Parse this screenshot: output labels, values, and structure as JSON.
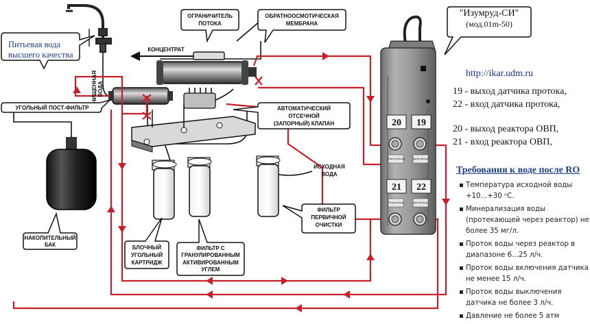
{
  "brand": {
    "name": "\"Изумруд-СИ\"",
    "model": "(мод.01m-50)"
  },
  "url": "http://ikar.udm.ru",
  "drinking_water": {
    "line1": "Питьевая вода",
    "line2": "высшего качества"
  },
  "labels": {
    "flow_limiter": {
      "line1": "ОГРАНИЧИТЕЛЬ",
      "line2": "ПОТОКА"
    },
    "ro_membrane": {
      "line1": "ОБРАТНООСМОТИЧЕСКАЯ",
      "line2": "МЕМБРАНА"
    },
    "concentrate": "КОНЦЕНТРАТ",
    "purified_water": {
      "line1": "ОЧИЩЕННАЯ",
      "line2": "ВОДА"
    },
    "carbon_post_filter": "УГОЛЬНЫЙ ПОСТ-ФИЛЬТР",
    "shutoff_valve": {
      "line1": "АВТОМАТИЧЕСКИЙ",
      "line2": "ОТСЕЧНОЙ",
      "line3": "(ЗАПОРНЫЙ) КЛАПАН"
    },
    "source_water": {
      "line1": "ИСХОДНАЯ",
      "line2": "ВОДА"
    },
    "prefilter": {
      "line1": "ФИЛЬТР",
      "line2": "ПЕРВИЧНОЙ",
      "line3": "ОЧИСТКИ"
    },
    "storage_tank": {
      "line1": "НАКОПИТЕЛЬНЫЙ",
      "line2": "БАК"
    },
    "block_carbon": {
      "line1": "БЛОЧНЫЙ",
      "line2": "УГОЛЬНЫЙ",
      "line3": "КАРТРИДЖ"
    },
    "gac_filter": {
      "line1": "ФИЛЬТР С",
      "line2": "ГРАНУЛИРОВАННЫМ",
      "line3": "АКТИВИРОВАННЫМ",
      "line4": "УГЛЕМ"
    }
  },
  "ports": {
    "p20": "20",
    "p19": "19",
    "p21": "21",
    "p22": "22",
    "p20_small": "Реактор Выход",
    "p19_small": "Датчик Выход",
    "p21_small": "Реактор Вход",
    "p22_small": "Датчик Вход"
  },
  "legend": [
    "19 - выход датчика протока,",
    "22 - вход датчика протока,",
    "20 - выход реактора ОВП,",
    "21 - вход реактора ОВП,"
  ],
  "requirements": {
    "title": "Требования к воде после RO",
    "items": [
      "Температура исходной воды +10...+30 ᵒС.",
      "Минерализация воды (протекающей через реактор) не более 35 мг/л.",
      "Проток воды через реактор в диапазоне 6...25 л/ч.",
      "Проток воды включения датчика не менее 15 л/ч.",
      "Проток воды выключения датчика не более 3 л/ч.",
      "Давление не более 5 атм"
    ]
  },
  "colors": {
    "pipe_red": "#c8202a",
    "text_blue": "#1f3d8f",
    "device_body": "#8d8d8d",
    "port_label": "#f4f4f4"
  }
}
